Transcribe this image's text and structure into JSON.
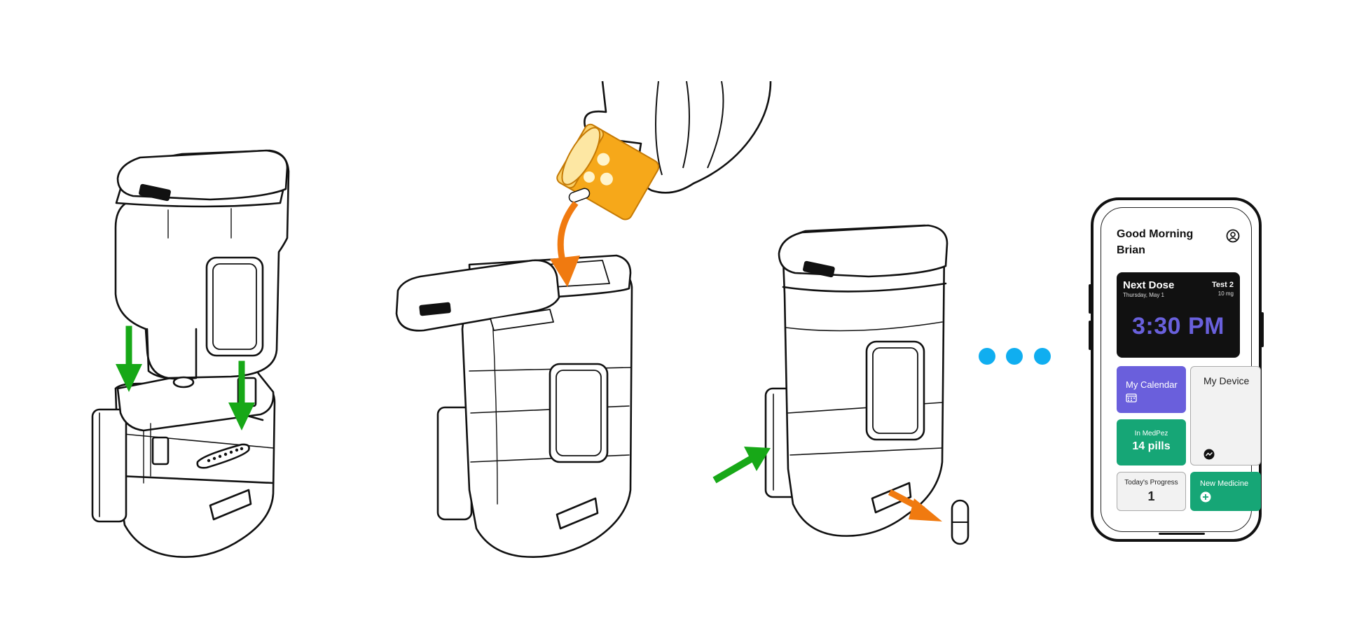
{
  "colors": {
    "arrow_green": "#17a817",
    "arrow_orange": "#f07a10",
    "bottle_amber": "#f6a81a",
    "dots_blue": "#10aef0",
    "calendar_purple": "#6a5fdc",
    "tile_green": "#16a676",
    "time_text_purple": "#6960dc"
  },
  "icons": {
    "profile": "user-circle-icon",
    "calendar": "calendar-icon",
    "device": "device-status-icon",
    "add": "plus-circle-icon",
    "ellipsis": "ellipsis-dots"
  },
  "app": {
    "greeting_line1": "Good Morning",
    "greeting_line2": "Brian",
    "next_dose": {
      "title": "Next Dose",
      "date": "Thursday, May 1",
      "medicine": "Test 2",
      "amount": "10 mg",
      "time": "3:30 PM"
    },
    "tiles": {
      "calendar": "My Calendar",
      "device": "My Device",
      "in_device_label": "In MedPez",
      "in_device_value": "14 pills",
      "progress_label": "Today's Progress",
      "progress_value": "1",
      "new_medicine": "New Medicine"
    }
  }
}
